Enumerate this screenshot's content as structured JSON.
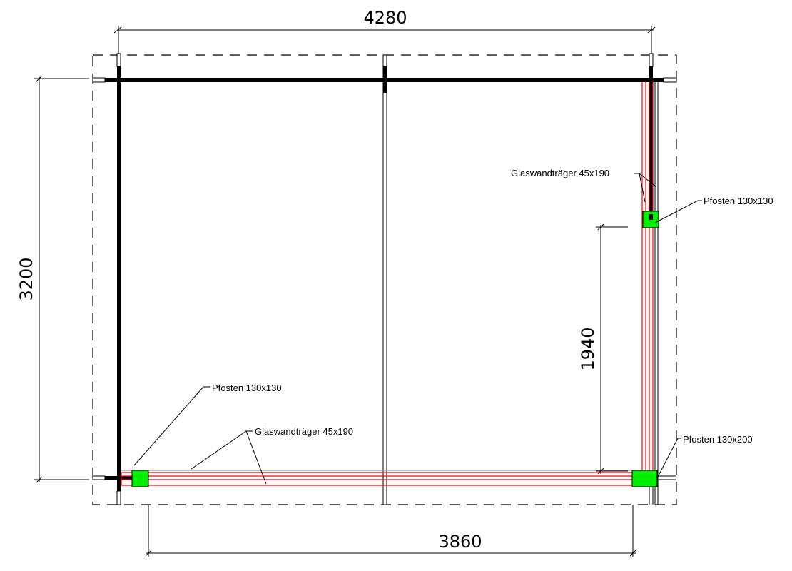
{
  "dimensions": {
    "total_width": "4280",
    "total_depth": "3200",
    "inner_width": "3860",
    "post_height_offset": "1940"
  },
  "labels": {
    "glass_beam_right": "Glaswandträger 45x190",
    "post_right": "Pfosten 130x130",
    "post_bottom_left": "Pfosten 130x130",
    "glass_beam_bottom": "Glaswandträger 45x190",
    "post_bottom_right": "Pfosten 130x200"
  },
  "colors": {
    "wall": "#000000",
    "glass_beam": "#ff0000",
    "post": "#00ee00"
  }
}
